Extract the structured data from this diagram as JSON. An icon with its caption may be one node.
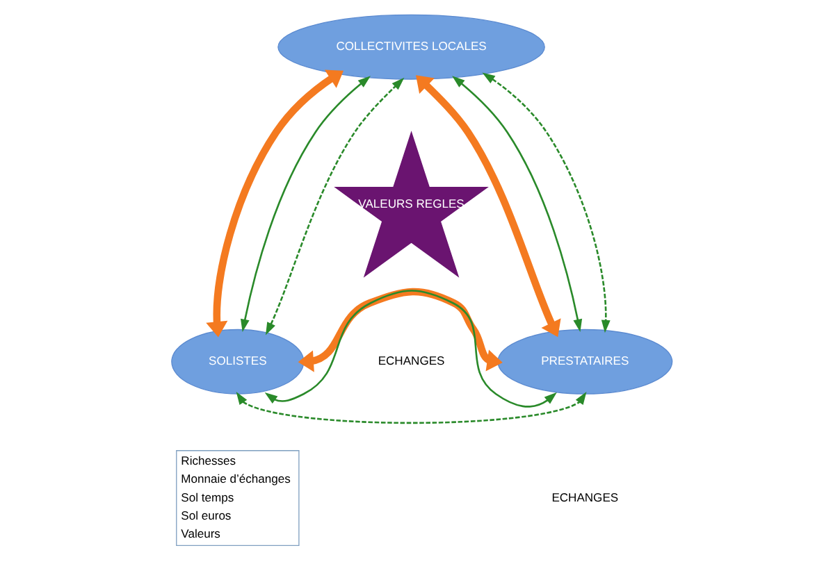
{
  "diagram": {
    "nodes": [
      {
        "text": [
          "COLLECTIVITES LOCALES"
        ]
      },
      {
        "text": [
          "VALEURS REGLES"
        ]
      },
      {
        "text": [
          "SOLISTES"
        ]
      },
      {
        "text": [
          "PRESTATAIRES"
        ]
      }
    ],
    "edges": [
      {
        "from": 2,
        "to": 0,
        "arrow": "both",
        "style": "thick",
        "color": "#f47a20"
      },
      {
        "from": 2,
        "to": 0,
        "arrow": "both"
      },
      {
        "from": 2,
        "to": 0,
        "arrow": "both",
        "style": "dashed"
      },
      {
        "from": 0,
        "to": 3,
        "arrow": "both",
        "style": "thick",
        "color": "#f47a20"
      },
      {
        "from": 0,
        "to": 3,
        "arrow": "both"
      },
      {
        "from": 0,
        "to": 3,
        "arrow": "both",
        "style": "dashed"
      },
      {
        "from": 2,
        "to": 3,
        "arrow": "both",
        "style": "thick",
        "color": "#f47a20"
      },
      {
        "from": 2,
        "to": 3,
        "arrow": "both"
      },
      {
        "from": 2,
        "to": 3,
        "arrow": "both",
        "style": "dashed"
      }
    ],
    "labels": [
      "ECHANGES",
      "ECHANGES"
    ],
    "legend": [
      {
        "text": "Richesses"
      },
      {
        "text": "Monnaie d’échanges"
      },
      {
        "text": "Sol temps"
      },
      {
        "text": "Sol euros"
      },
      {
        "text": "Valeurs"
      }
    ]
  }
}
